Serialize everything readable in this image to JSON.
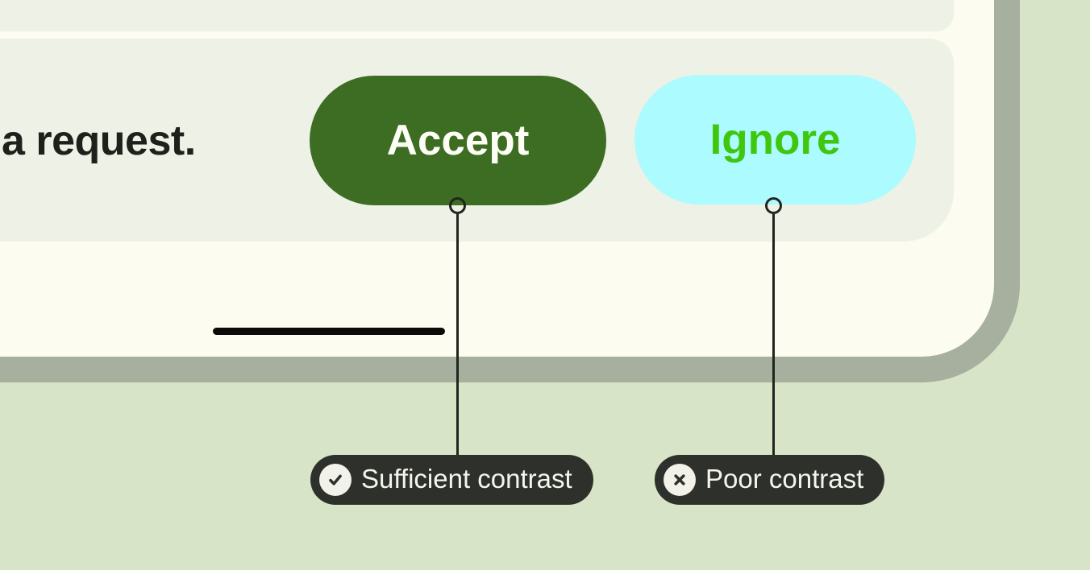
{
  "figure": {
    "notification": {
      "text_fragment": "a request.",
      "buttons": [
        {
          "label": "Accept",
          "background": "#3d6c23",
          "text_color": "#fefef6"
        },
        {
          "label": "Ignore",
          "background": "#abfbff",
          "text_color": "#3fc70e"
        }
      ]
    },
    "annotations": [
      {
        "label": "Sufficient contrast",
        "icon": "check-icon",
        "target_button": "Accept"
      },
      {
        "label": "Poor contrast",
        "icon": "x-icon",
        "target_button": "Ignore"
      }
    ],
    "colors": {
      "page_background": "#d8e4c8",
      "screen_background": "#fdfcf1",
      "screen_edge": "#a7b09e",
      "card_background": "#eef1e6",
      "notification_text": "#1e201b",
      "home_indicator": "#0b0c09",
      "connector": "#22251f",
      "annotation_chip_background": "#2e312b",
      "annotation_chip_text": "#f6f5ed",
      "annotation_icon_circle": "#f2f1ea"
    }
  }
}
